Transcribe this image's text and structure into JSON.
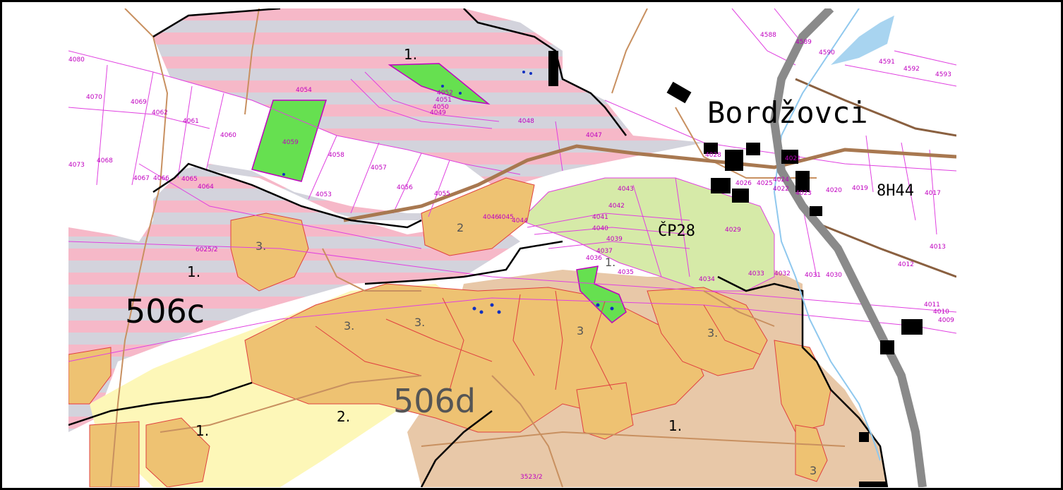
{
  "map": {
    "place_name": "Bordžovci",
    "sections": {
      "s506c": "506c",
      "s506d": "506d",
      "s8h44": "8H44",
      "cp28": "ČP28"
    },
    "units": {
      "u1a": "1.",
      "u1b": "1.",
      "u1c": "1.",
      "u1d": "1.",
      "u1e": "1.",
      "u2a": "2.",
      "u2b": "2",
      "u3a": "3.",
      "u3b": "3.",
      "u3c": "3.",
      "u3d": "3",
      "u3e": "3.",
      "u3f": "3"
    },
    "parcels": {
      "p4080": "4080",
      "p4070": "4070",
      "p4069": "4069",
      "p4062": "4062",
      "p4061": "4061",
      "p4060": "4060",
      "p4059": "4059",
      "p4058": "4058",
      "p4057": "4057",
      "p4056": "4056",
      "p4055": "4055",
      "p4054": "4054",
      "p4073": "4073",
      "p4068": "4068",
      "p4067": "4067",
      "p4066": "4066",
      "p4065": "4065",
      "p4064": "4064",
      "p4053": "4053",
      "p4048": "4048",
      "p4047": "4047",
      "p4046": "4046",
      "p4045": "4045",
      "p4044": "4044",
      "p4043": "4043",
      "p4042": "4042",
      "p4041": "4041",
      "p4040": "4040",
      "p4039": "4039",
      "p4037": "4037",
      "p4036": "4036",
      "p4035": "4035",
      "p4034": "4034",
      "p4033": "4033",
      "p4032": "4032",
      "p4031": "4031",
      "p4030": "4030",
      "p4029": "4029",
      "p4028": "4028",
      "p4026": "4026",
      "p4025": "4025",
      "p4024": "4024",
      "p4023": "4023",
      "p4022": "4022",
      "p4021": "4021",
      "p4020": "4020",
      "p4019": "4019",
      "p4017": "4017",
      "p4013": "4013",
      "p4012": "4012",
      "p4011": "4011",
      "p4010": "4010",
      "p4009": "4009",
      "p4588": "4588",
      "p4589": "4589",
      "p4590": "4590",
      "p4591": "4591",
      "p4592": "4592",
      "p4593": "4593",
      "p6025": "6025/2",
      "p3523": "3523/2",
      "p4051": "4051",
      "p4050": "4050",
      "p4049": "4049",
      "p4052": "4052"
    },
    "colors": {
      "hatch_pink": "#f6b8c8",
      "hatch_gray": "#d3d3dc",
      "light_green": "#d6eaa8",
      "bright_green": "#66e050",
      "orange": "#eec272",
      "tan": "#e8c8a8",
      "pale_yellow": "#fdf7b8",
      "parcel_line": "#e040e0",
      "road": "#c89060",
      "river": "#8fc8ee",
      "main_road": "#8a8a8a"
    }
  }
}
